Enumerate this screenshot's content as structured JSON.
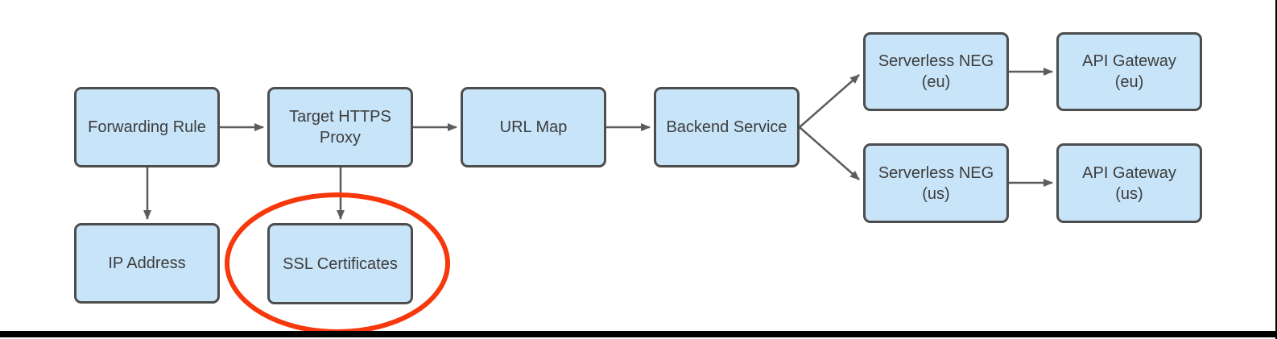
{
  "diagram": {
    "nodes": [
      {
        "id": "forwarding-rule",
        "label": "Forwarding Rule"
      },
      {
        "id": "target-https-proxy",
        "label": "Target HTTPS\nProxy"
      },
      {
        "id": "url-map",
        "label": "URL Map"
      },
      {
        "id": "backend-service",
        "label": "Backend Service"
      },
      {
        "id": "serverless-neg-eu",
        "label": "Serverless NEG\n(eu)"
      },
      {
        "id": "api-gateway-eu",
        "label": "API Gateway\n(eu)"
      },
      {
        "id": "serverless-neg-us",
        "label": "Serverless NEG\n(us)"
      },
      {
        "id": "api-gateway-us",
        "label": "API Gateway\n(us)"
      },
      {
        "id": "ip-address",
        "label": "IP Address"
      },
      {
        "id": "ssl-certificates",
        "label": "SSL Certificates",
        "highlighted": true
      }
    ],
    "edges": [
      {
        "from": "Forwarding Rule",
        "to": "Target HTTPS Proxy"
      },
      {
        "from": "Target HTTPS Proxy",
        "to": "URL Map"
      },
      {
        "from": "URL Map",
        "to": "Backend Service"
      },
      {
        "from": "Backend Service",
        "to": "Serverless NEG (eu)"
      },
      {
        "from": "Backend Service",
        "to": "Serverless NEG (us)"
      },
      {
        "from": "Serverless NEG (eu)",
        "to": "API Gateway (eu)"
      },
      {
        "from": "Serverless NEG (us)",
        "to": "API Gateway (us)"
      },
      {
        "from": "Forwarding Rule",
        "to": "IP Address"
      },
      {
        "from": "Target HTTPS Proxy",
        "to": "SSL Certificates"
      }
    ],
    "annotation": {
      "type": "ellipse",
      "around": "SSL Certificates",
      "color": "#F6380C"
    },
    "colors": {
      "node_fill": "#C8E4F8",
      "node_border": "#4D4D4D",
      "arrow": "#5C5C5C",
      "text": "#3D3D3D",
      "highlight": "#F6380C",
      "border_bar": "#000000"
    }
  }
}
